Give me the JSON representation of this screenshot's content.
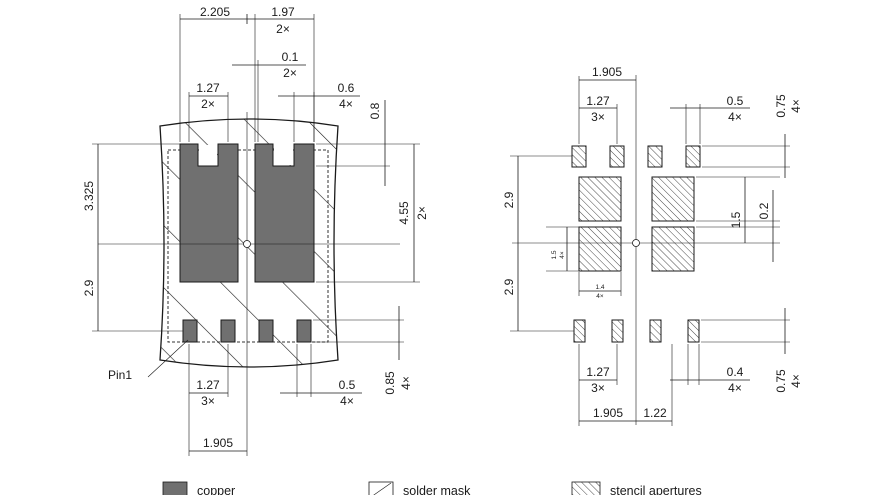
{
  "colors": {
    "copper": "#707070",
    "line": "#1a1a1a",
    "background": "#ffffff"
  },
  "left_view": {
    "dims": {
      "top_width": "2.205",
      "top_pitch": "1.97",
      "top_pitch_count": "2×",
      "gap": "0.1",
      "gap_count": "2×",
      "pitch": "1.27",
      "pitch_count": "2×",
      "notch_width": "0.6",
      "notch_count": "4×",
      "notch_depth": "0.8",
      "upper_height": "3.325",
      "pad_height": "4.55",
      "pad_height_count": "2×",
      "lower_height": "2.9",
      "pin_label": "Pin1",
      "bottom_pitch": "1.27",
      "bottom_pitch_count": "3×",
      "pad_width": "0.5",
      "pad_width_count": "4×",
      "pad_length": "0.85",
      "pad_length_count": "4×",
      "total": "1.905"
    }
  },
  "right_view": {
    "dims": {
      "top_total": "1.905",
      "pitch": "1.27",
      "pitch_count": "3×",
      "ap_width": "0.5",
      "ap_width_count": "4×",
      "ap_length": "0.75",
      "ap_length_count": "4×",
      "upper": "2.9",
      "sq_h": "1.5",
      "sq_gap": "0.2",
      "sq_h_small": "1.5",
      "sq_h_small_count": "4×",
      "sq_w_small": "1.4",
      "sq_w_small_count": "4×",
      "lower": "2.9",
      "bottom_pitch": "1.27",
      "bottom_pitch_count": "3×",
      "bot_ap_width": "0.4",
      "bot_ap_width_count": "4×",
      "bot_ap_length": "0.75",
      "bot_ap_length_count": "4×",
      "total": "1.905",
      "offset": "1.22"
    }
  },
  "legend": {
    "copper": "copper",
    "solder_mask": "solder mask",
    "stencil": "stencil apertures"
  }
}
